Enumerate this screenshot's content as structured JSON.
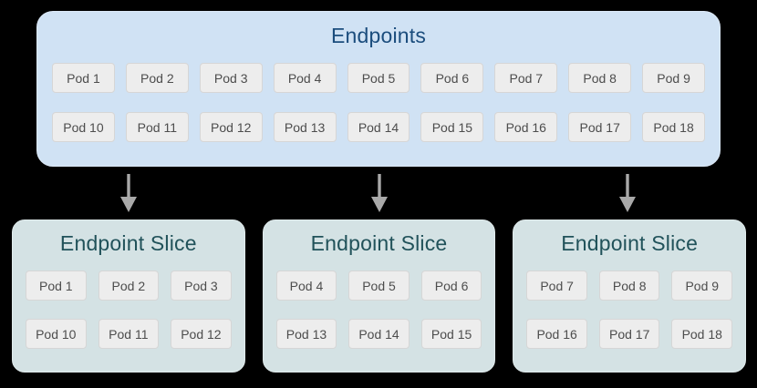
{
  "colors": {
    "page-bg": "#000000",
    "endpoints-bg": "#d0e2f4",
    "endpoints-border": "#dce9f7",
    "endpoints-title": "#1b4d7d",
    "slice-bg": "#d4e2e4",
    "slice-border": "#dfeaeb",
    "slice-title": "#21525a",
    "pod-bg": "#ededed",
    "pod-border": "#d6d6d6",
    "pod-text": "#4d4d4d",
    "arrow": "#a9a9a9"
  },
  "endpoints": {
    "title": "Endpoints",
    "rows": [
      [
        "Pod 1",
        "Pod 2",
        "Pod 3",
        "Pod 4",
        "Pod 5",
        "Pod 6",
        "Pod 7",
        "Pod 8",
        "Pod 9"
      ],
      [
        "Pod 10",
        "Pod 11",
        "Pod 12",
        "Pod 13",
        "Pod 14",
        "Pod 15",
        "Pod 16",
        "Pod 17",
        "Pod 18"
      ]
    ]
  },
  "arrows": {
    "count": 3
  },
  "slices": [
    {
      "title": "Endpoint Slice",
      "rows": [
        [
          "Pod 1",
          "Pod 2",
          "Pod 3"
        ],
        [
          "Pod 10",
          "Pod 11",
          "Pod 12"
        ]
      ]
    },
    {
      "title": "Endpoint Slice",
      "rows": [
        [
          "Pod 4",
          "Pod 5",
          "Pod 6"
        ],
        [
          "Pod 13",
          "Pod 14",
          "Pod 15"
        ]
      ]
    },
    {
      "title": "Endpoint Slice",
      "rows": [
        [
          "Pod 7",
          "Pod 8",
          "Pod 9"
        ],
        [
          "Pod 16",
          "Pod 17",
          "Pod 18"
        ]
      ]
    }
  ]
}
